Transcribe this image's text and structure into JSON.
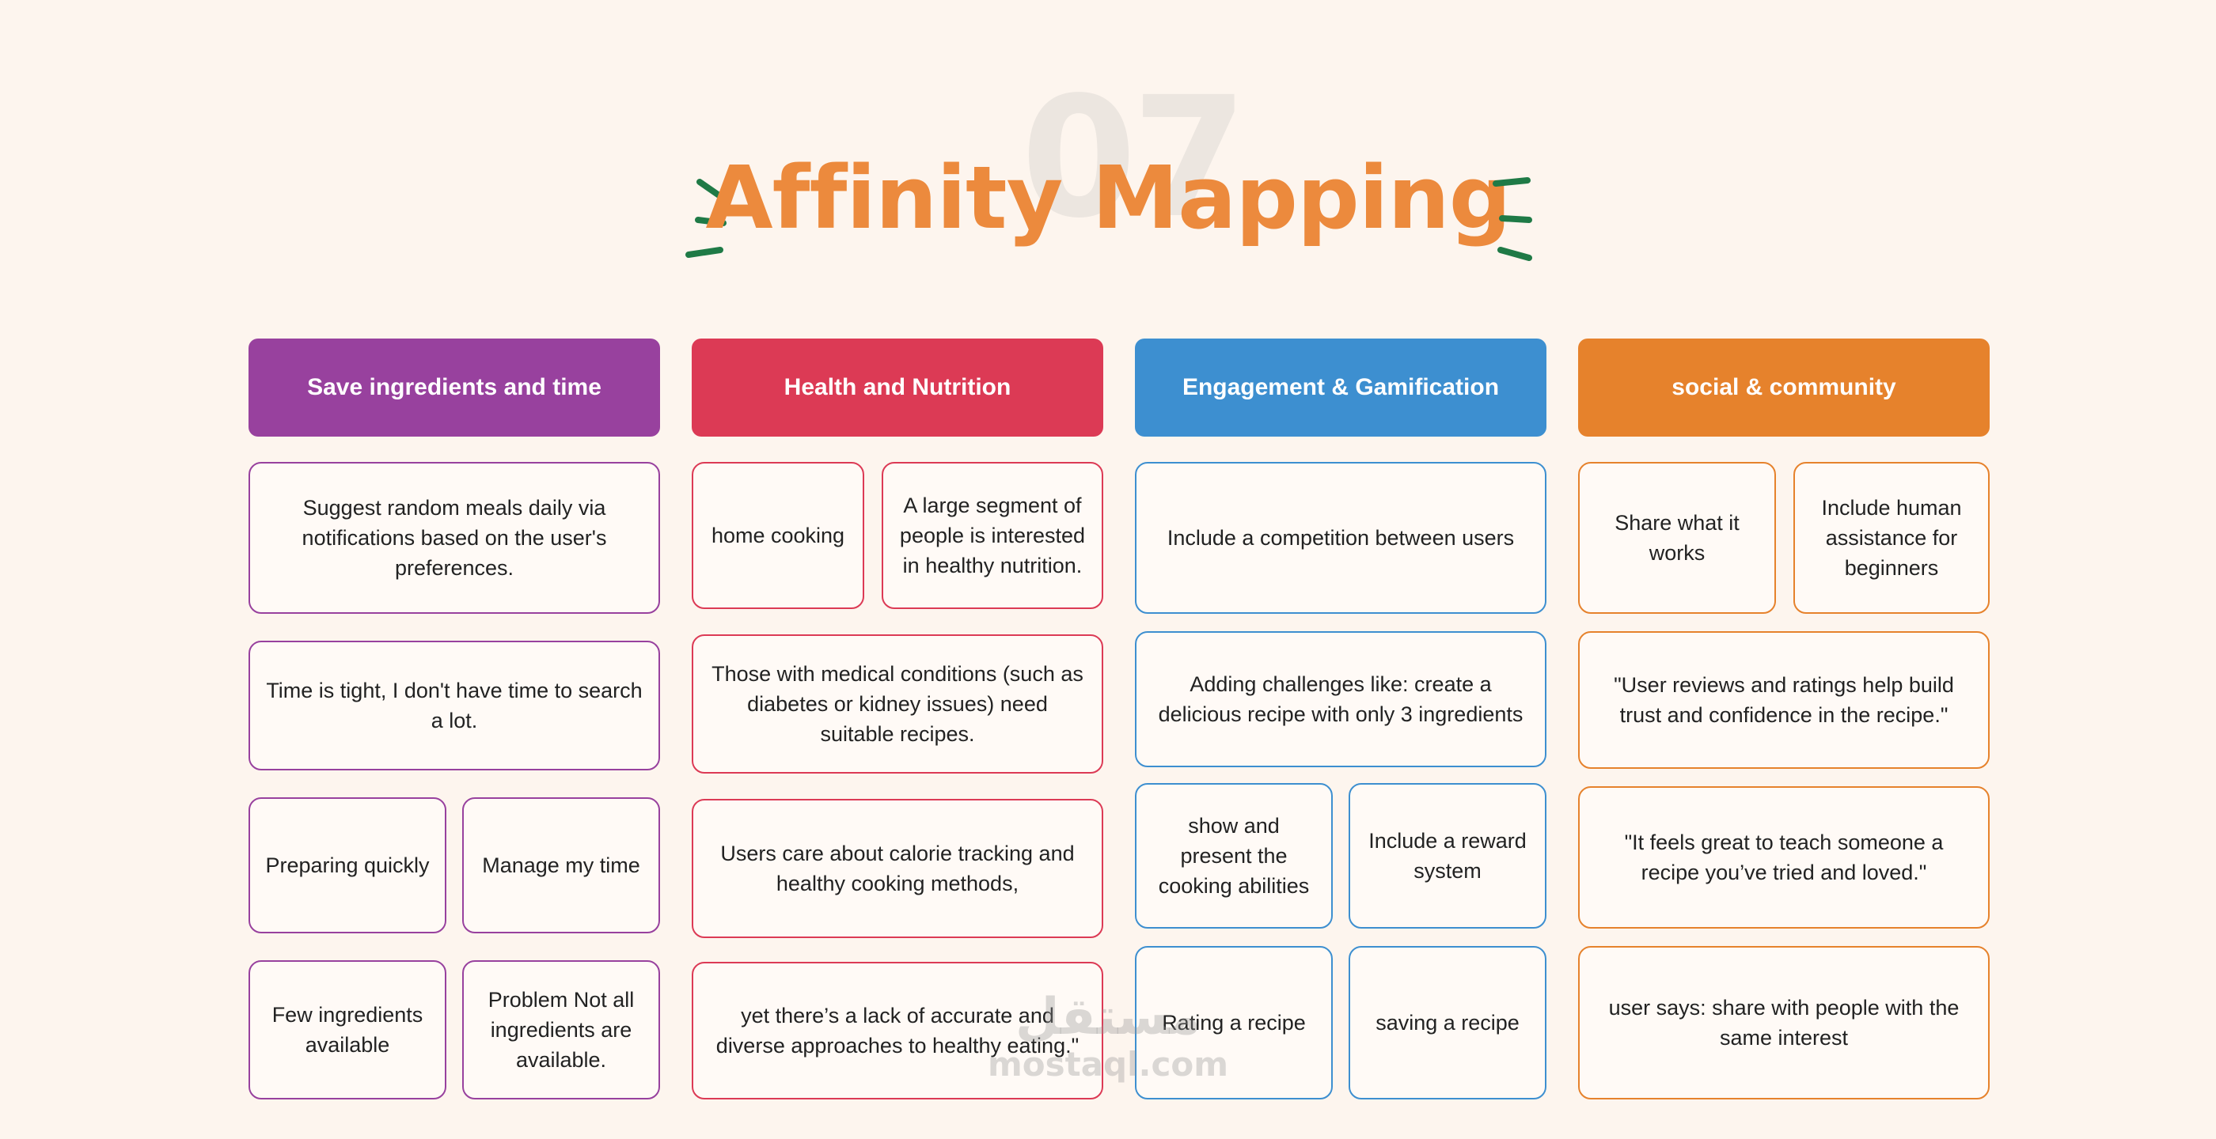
{
  "header": {
    "number": "07",
    "title": "Affinity Mapping",
    "accent_color": "#ec8a3d",
    "dash_color": "#1f7a46"
  },
  "columns": [
    {
      "title": "Save ingredients and time",
      "color": "#98419e",
      "cards": [
        "Suggest random meals daily via notifications based on the user's preferences.",
        "Time is tight, I don't have time to search a lot.",
        "Preparing quickly",
        "Manage my time",
        "Few ingredients available",
        "Problem Not all ingredients are available."
      ]
    },
    {
      "title": "Health and Nutrition",
      "color": "#dc3a55",
      "cards": [
        "home cooking",
        "A large segment of people is interested in healthy nutrition.",
        "Those with medical conditions (such as diabetes or kidney issues) need suitable recipes.",
        "Users care about calorie tracking and healthy cooking methods,",
        "yet there’s a lack of accurate and diverse approaches to healthy eating.\""
      ]
    },
    {
      "title": "Engagement & Gamification",
      "color": "#3d8fd0",
      "cards": [
        "Include a competition between users",
        "Adding challenges like: create a delicious recipe with only 3 ingredients",
        "show and present the cooking abilities",
        "Include a reward system",
        "Rating a recipe",
        "saving a recipe"
      ]
    },
    {
      "title": "social & community",
      "color": "#e6822c",
      "cards": [
        "Share what it works",
        "Include human assistance for beginners",
        "\"User reviews and ratings help build trust and confidence in the recipe.\"",
        "\"It feels great to teach someone a recipe you’ve tried and loved.\"",
        "user says: share with people with the same interest"
      ]
    }
  ],
  "watermark": {
    "arabic": "مستقل",
    "latin": "mostaql.com"
  }
}
